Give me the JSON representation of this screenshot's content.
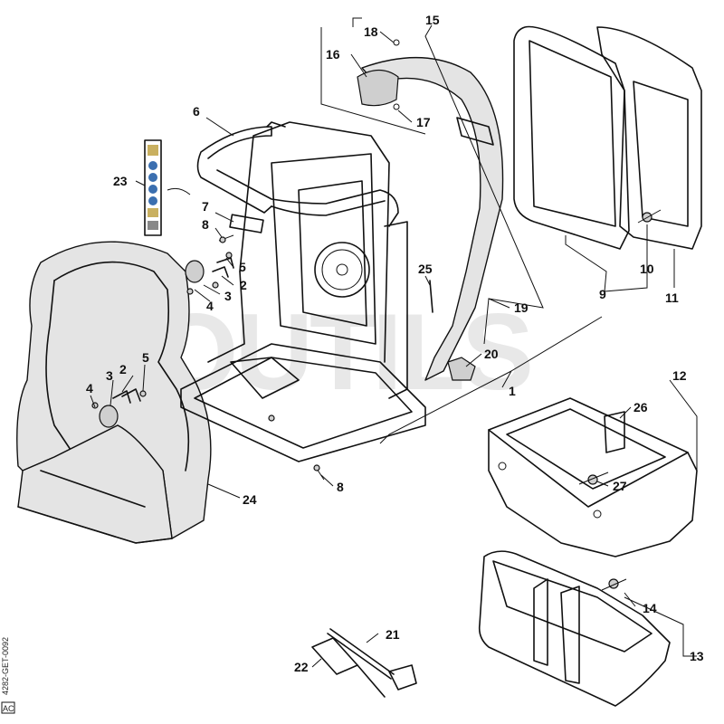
{
  "diagram": {
    "watermark": "OUTILS",
    "side_code": "4282-GET-0092",
    "side_tag": "AC",
    "labels": [
      "1",
      "2",
      "2",
      "3",
      "3",
      "4",
      "4",
      "5",
      "5",
      "6",
      "7",
      "8",
      "8",
      "9",
      "10",
      "11",
      "12",
      "13",
      "14",
      "15",
      "16",
      "17",
      "18",
      "19",
      "20",
      "21",
      "22",
      "23",
      "24",
      "25",
      "26",
      "27"
    ]
  }
}
